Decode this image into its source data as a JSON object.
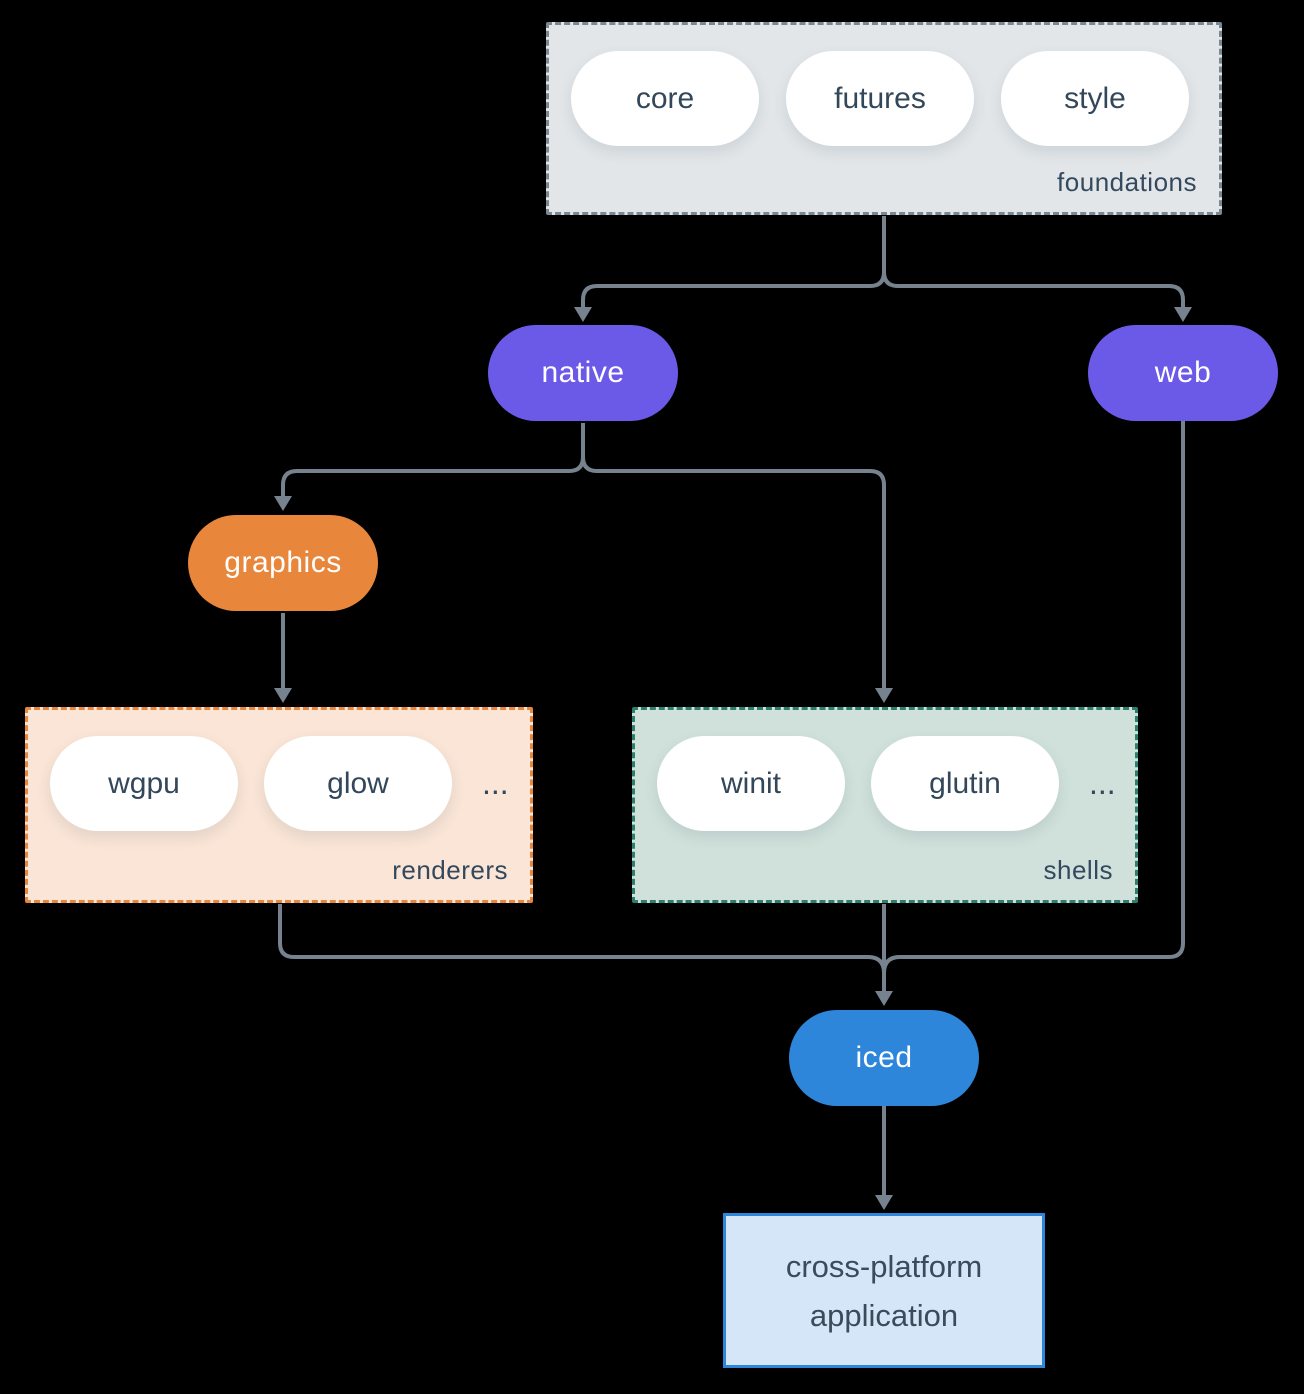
{
  "colors": {
    "background": "#000000",
    "connector": "#76838F",
    "text_dark": "#33475A",
    "purple": "#6B5AE8",
    "orange": "#E8873B",
    "blue": "#2E86DB",
    "foundations_fill": "#E2E6E9",
    "foundations_border": "#7A8894",
    "renderers_fill": "#FAE5D6",
    "renderers_border": "#E8873B",
    "shells_fill": "#D0E1DB",
    "shells_border": "#2B7F6E",
    "app_fill": "#D5E6F8",
    "app_border": "#2E86DB"
  },
  "groups": {
    "foundations": {
      "label": "foundations",
      "pills": [
        "core",
        "futures",
        "style"
      ]
    },
    "renderers": {
      "label": "renderers",
      "pills": [
        "wgpu",
        "glow"
      ],
      "ellipsis": "..."
    },
    "shells": {
      "label": "shells",
      "pills": [
        "winit",
        "glutin"
      ],
      "ellipsis": "..."
    }
  },
  "nodes": {
    "native": {
      "label": "native"
    },
    "web": {
      "label": "web"
    },
    "graphics": {
      "label": "graphics"
    },
    "iced": {
      "label": "iced"
    },
    "app": {
      "line1": "cross-platform",
      "line2": "application"
    }
  }
}
